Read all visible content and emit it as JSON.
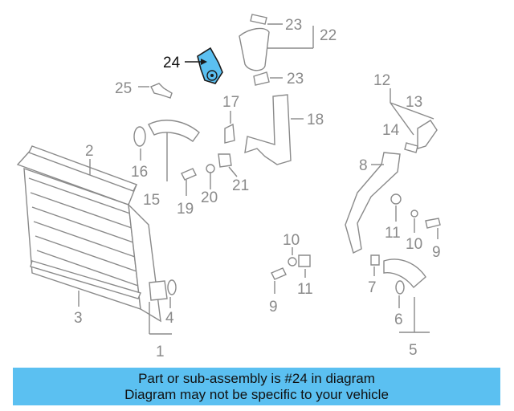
{
  "callouts": [
    "24",
    "25",
    "23",
    "22",
    "23",
    "12",
    "13",
    "17",
    "18",
    "14",
    "2",
    "16",
    "15",
    "8",
    "20",
    "19",
    "21",
    "11",
    "10",
    "9",
    "10",
    "11",
    "9",
    "7",
    "6",
    "5",
    "3",
    "4",
    "1"
  ],
  "highlight_color": "#5bc0f1",
  "banner": {
    "line1": "Part or sub-assembly is #24 in diagram",
    "line2": "Diagram may not be specific to your vehicle"
  }
}
